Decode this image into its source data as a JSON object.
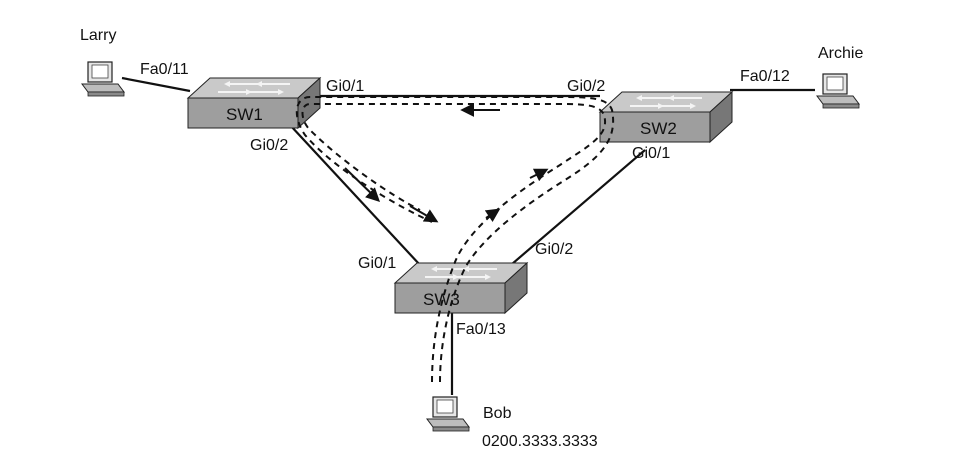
{
  "switches": [
    {
      "id": "sw1",
      "label": "SW1"
    },
    {
      "id": "sw2",
      "label": "SW2"
    },
    {
      "id": "sw3",
      "label": "SW3"
    }
  ],
  "hosts": [
    {
      "id": "larry",
      "name": "Larry"
    },
    {
      "id": "archie",
      "name": "Archie"
    },
    {
      "id": "bob",
      "name": "Bob",
      "mac": "0200.3333.3333"
    }
  ],
  "ports": {
    "larry_sw1": "Fa0/11",
    "archie_sw2": "Fa0/12",
    "bob_sw3": "Fa0/13",
    "sw1_to_sw2": "Gi0/1",
    "sw2_to_sw1": "Gi0/2",
    "sw1_to_sw3": "Gi0/2",
    "sw3_to_sw1": "Gi0/1",
    "sw2_to_sw3": "Gi0/1",
    "sw3_to_sw2": "Gi0/2"
  },
  "colors": {
    "switch_front": "#9e9e9e",
    "switch_top": "#c9c9c9",
    "switch_side": "#777777",
    "line": "#111111"
  }
}
